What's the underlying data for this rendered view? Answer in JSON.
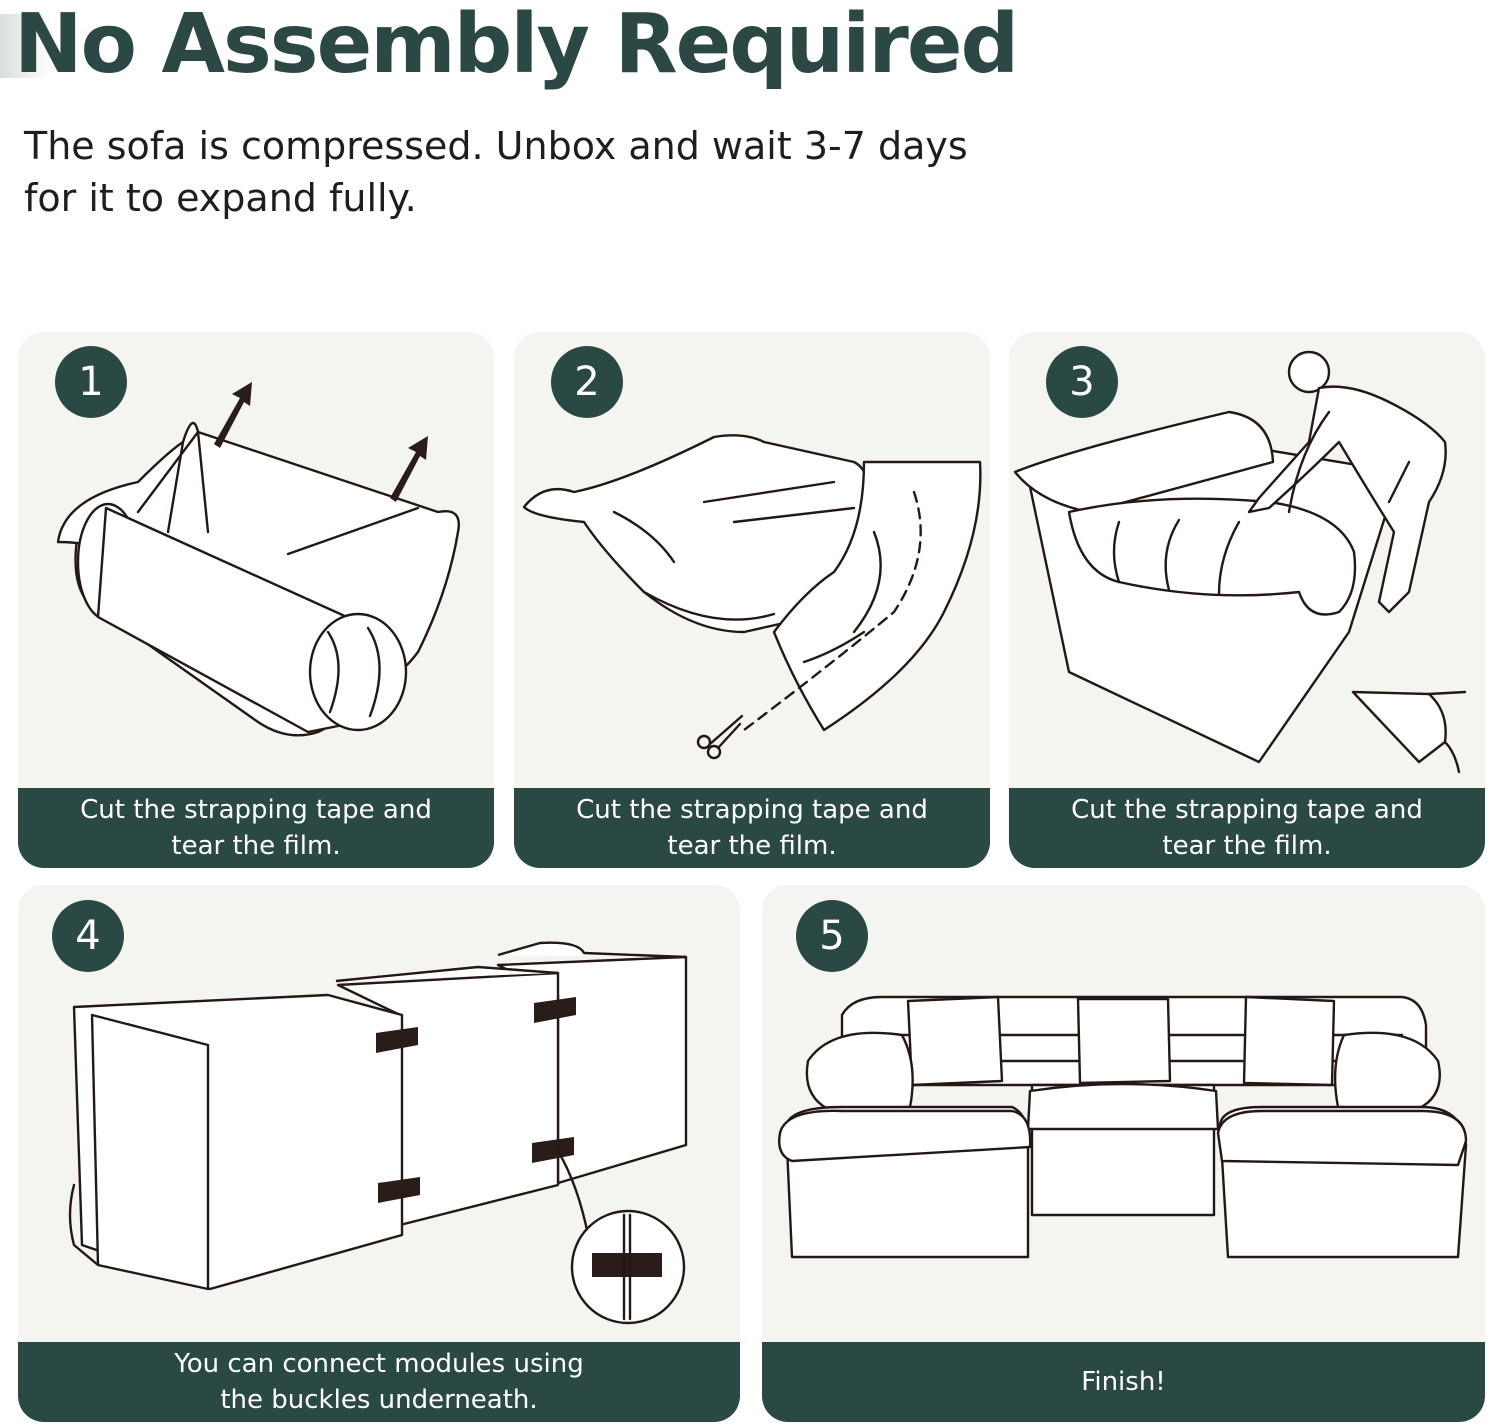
{
  "header": {
    "title": "No Assembly Required",
    "subtitle": "The sofa is compressed. Unbox and wait 3-7 days for it to expand fully."
  },
  "steps": [
    {
      "number": "1",
      "caption": "Cut the strapping tape and tear the film.",
      "illustration": "wrapped-roll-icon"
    },
    {
      "number": "2",
      "caption": "Cut the strapping tape and tear the film.",
      "illustration": "film-cutting-icon"
    },
    {
      "number": "3",
      "caption": "Cut the strapping tape and tear the film.",
      "illustration": "person-pressing-sofa-icon"
    },
    {
      "number": "4",
      "caption": "You can connect modules using the buckles underneath.",
      "illustration": "modules-buckles-icon"
    },
    {
      "number": "5",
      "caption": "Finish!",
      "illustration": "assembled-sectional-icon"
    }
  ],
  "colors": {
    "brand": "#2a4844",
    "card": "#f4f4f1",
    "ink": "#231815"
  }
}
